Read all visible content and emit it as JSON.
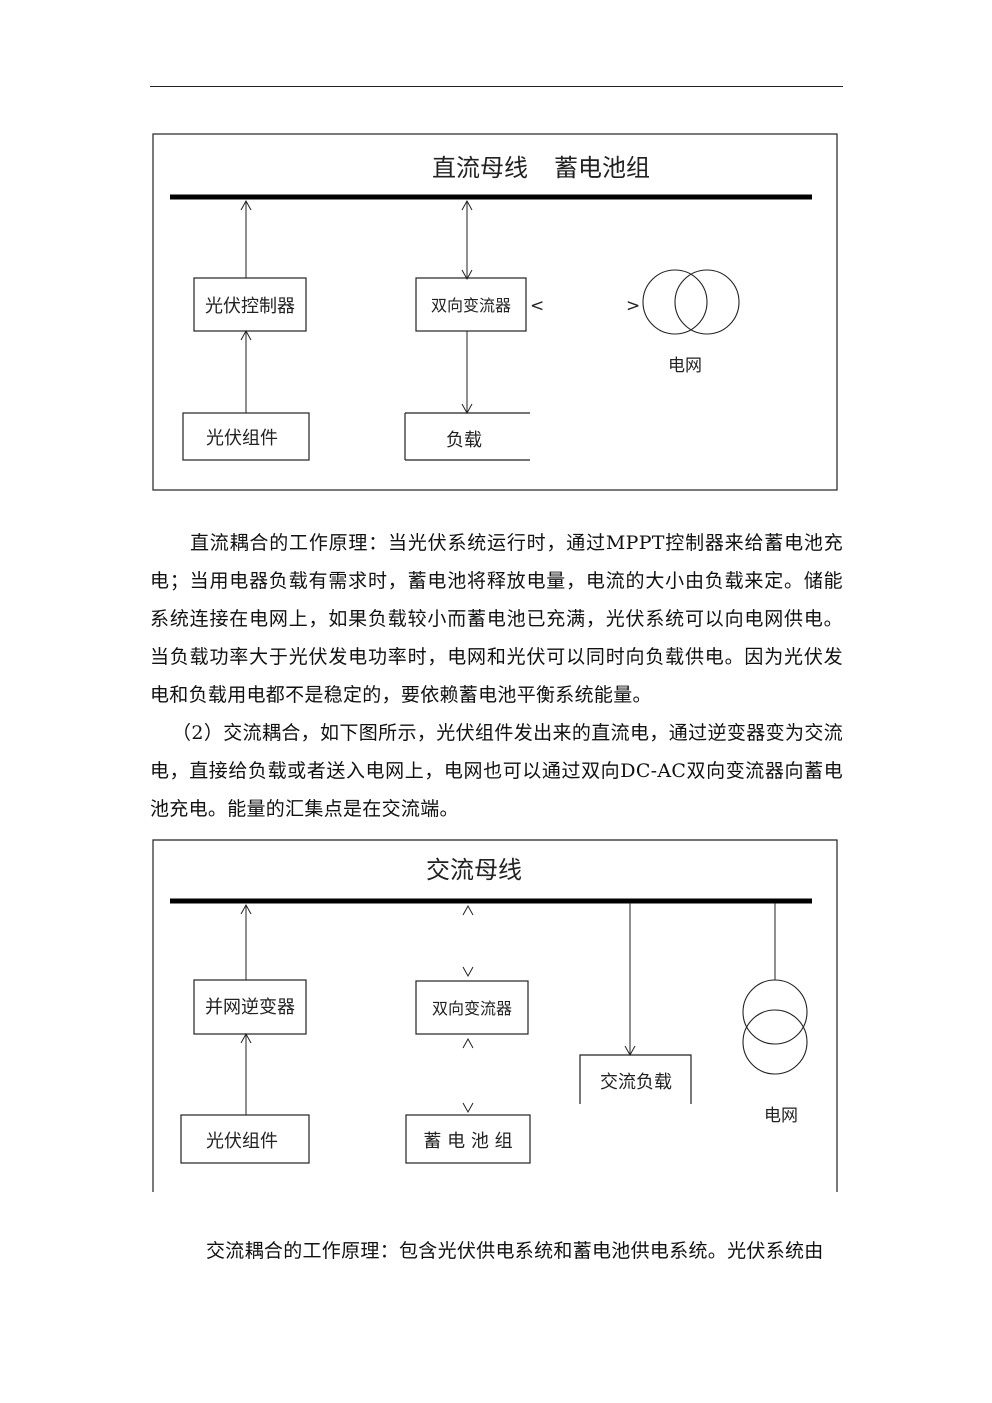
{
  "figure_dc": {
    "bus_label": "直流母线",
    "battery_label": "蓄电池组",
    "pv_controller": "光伏控制器",
    "bidirectional_converter": "双向变流器",
    "grid_label": "电网",
    "pv_module": "光伏组件",
    "load": "负载",
    "left_mark": "<",
    "right_mark": ">"
  },
  "paragraphs_top": [
    "直流耦合的工作原理：当光伏系统运行时，通过MPPT控制器来给蓄电池充电；当用电器负载有需求时，蓄电池将释放电量，电流的大小由负载来定。储能系统连接在电网上，如果负载较小而蓄电池已充满，光伏系统可以向电网供电。当负载功率大于光伏发电功率时，电网和光伏可以同时向负载供电。因为光伏发电和负载用电都不是稳定的，要依赖蓄电池平衡系统能量。",
    "（2）交流耦合，如下图所示，光伏组件发出来的直流电，通过逆变器变为交流电，直接给负载或者送入电网上，电网也可以通过双向DC-AC双向变流器向蓄电池充电。能量的汇集点是在交流端。"
  ],
  "figure_ac": {
    "bus_label": "交流母线",
    "grid_inverter": "并网逆变器",
    "bidirectional_converter": "双向变流器",
    "ac_load": "交流负载",
    "grid_label": "电网",
    "pv_module": "光伏组件",
    "battery": "蓄 电 池 组"
  },
  "paragraph_bottom": "交流耦合的工作原理：包含光伏供电系统和蓄电池供电系统。光伏系统由"
}
